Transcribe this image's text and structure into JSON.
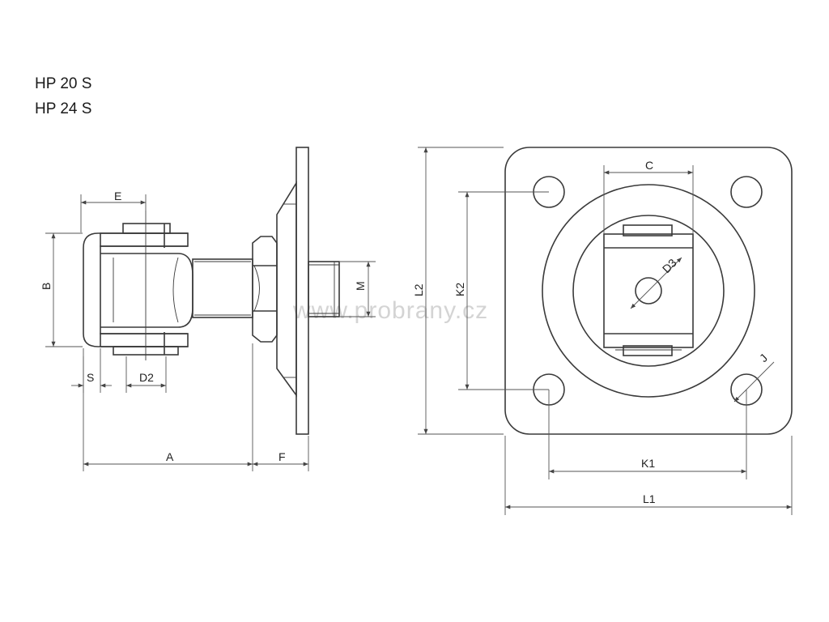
{
  "titles": [
    "HP 20 S",
    "HP 24 S"
  ],
  "watermark": "www.probrany.cz",
  "labels": {
    "E": "E",
    "B": "B",
    "S": "S",
    "D2": "D2",
    "A": "A",
    "F": "F",
    "M": "M",
    "L2": "L2",
    "K2": "K2",
    "C": "C",
    "D3": "D3",
    "J": "J",
    "K1": "K1",
    "L1": "L1"
  }
}
